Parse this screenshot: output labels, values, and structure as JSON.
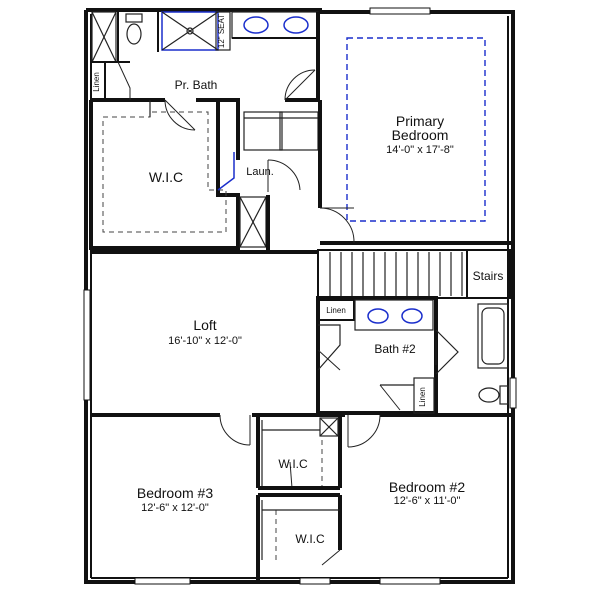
{
  "rooms": {
    "primary_bedroom": {
      "name_line1": "Primary",
      "name_line2": "Bedroom",
      "dims": "14'-0\" x 17'-8\""
    },
    "pr_bath": {
      "name": "Pr. Bath"
    },
    "wic_primary": {
      "name": "W.I.C"
    },
    "laundry": {
      "name": "Laun."
    },
    "loft": {
      "name": "Loft",
      "dims": "16'-10\" x 12'-0\""
    },
    "stairs": {
      "name": "Stairs"
    },
    "bath2": {
      "name": "Bath #2"
    },
    "bedroom3": {
      "name": "Bedroom #3",
      "dims": "12'-6\" x 12'-0\""
    },
    "bedroom2": {
      "name": "Bedroom #2",
      "dims": "12'-6\" x 11'-0\""
    },
    "wic_bed3": {
      "name": "W.I.C"
    },
    "wic_bed2": {
      "name": "W.I.C"
    }
  },
  "labels": {
    "linen_pr_bath": "Linen",
    "linen_bath2_top": "Linen",
    "linen_bath2_side": "Linen",
    "shower_seat": "12\" SEAT"
  }
}
